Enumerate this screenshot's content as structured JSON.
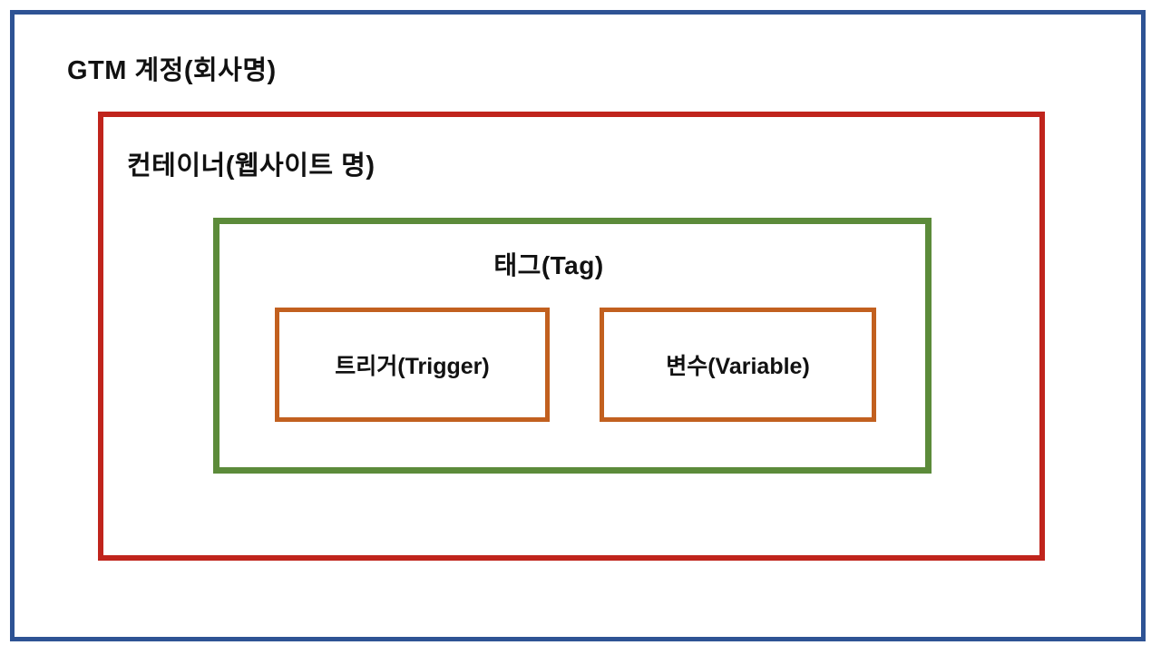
{
  "diagram": {
    "account_label": "GTM 계정(회사명)",
    "container_label": "컨테이너(웹사이트 명)",
    "tag_label": "태그(Tag)",
    "trigger_label": "트리거(Trigger)",
    "variable_label": "변수(Variable)"
  },
  "colors": {
    "account_border": "#2e5394",
    "container_border": "#c0241c",
    "tag_border": "#5c8b3a",
    "trigger_border": "#c2601f",
    "variable_border": "#c2601f",
    "text": "#111111",
    "background": "#ffffff"
  }
}
